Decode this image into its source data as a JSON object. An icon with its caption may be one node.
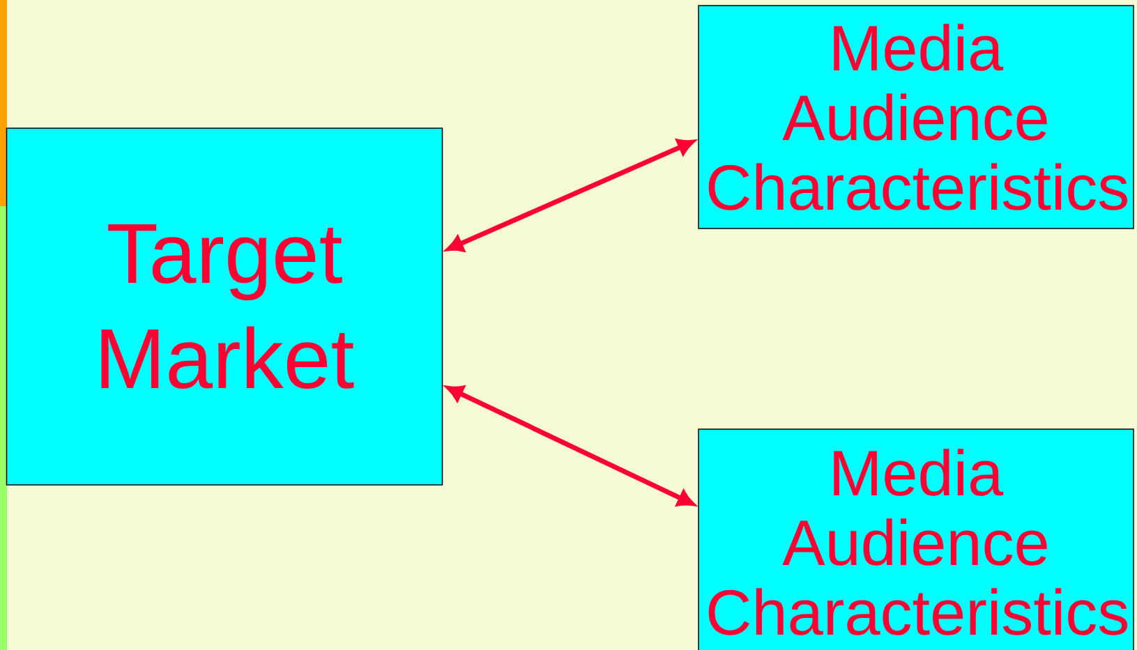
{
  "diagram": {
    "nodes": [
      {
        "text": [
          "Target Market"
        ]
      },
      {
        "text": [
          "Media Audience Characteristics"
        ]
      },
      {
        "text": [
          "Media Audience Characteristics"
        ]
      }
    ],
    "edges": [
      {
        "from": 0,
        "to": 1,
        "arrow": "both"
      },
      {
        "from": 0,
        "to": 2,
        "arrow": "both"
      }
    ]
  }
}
